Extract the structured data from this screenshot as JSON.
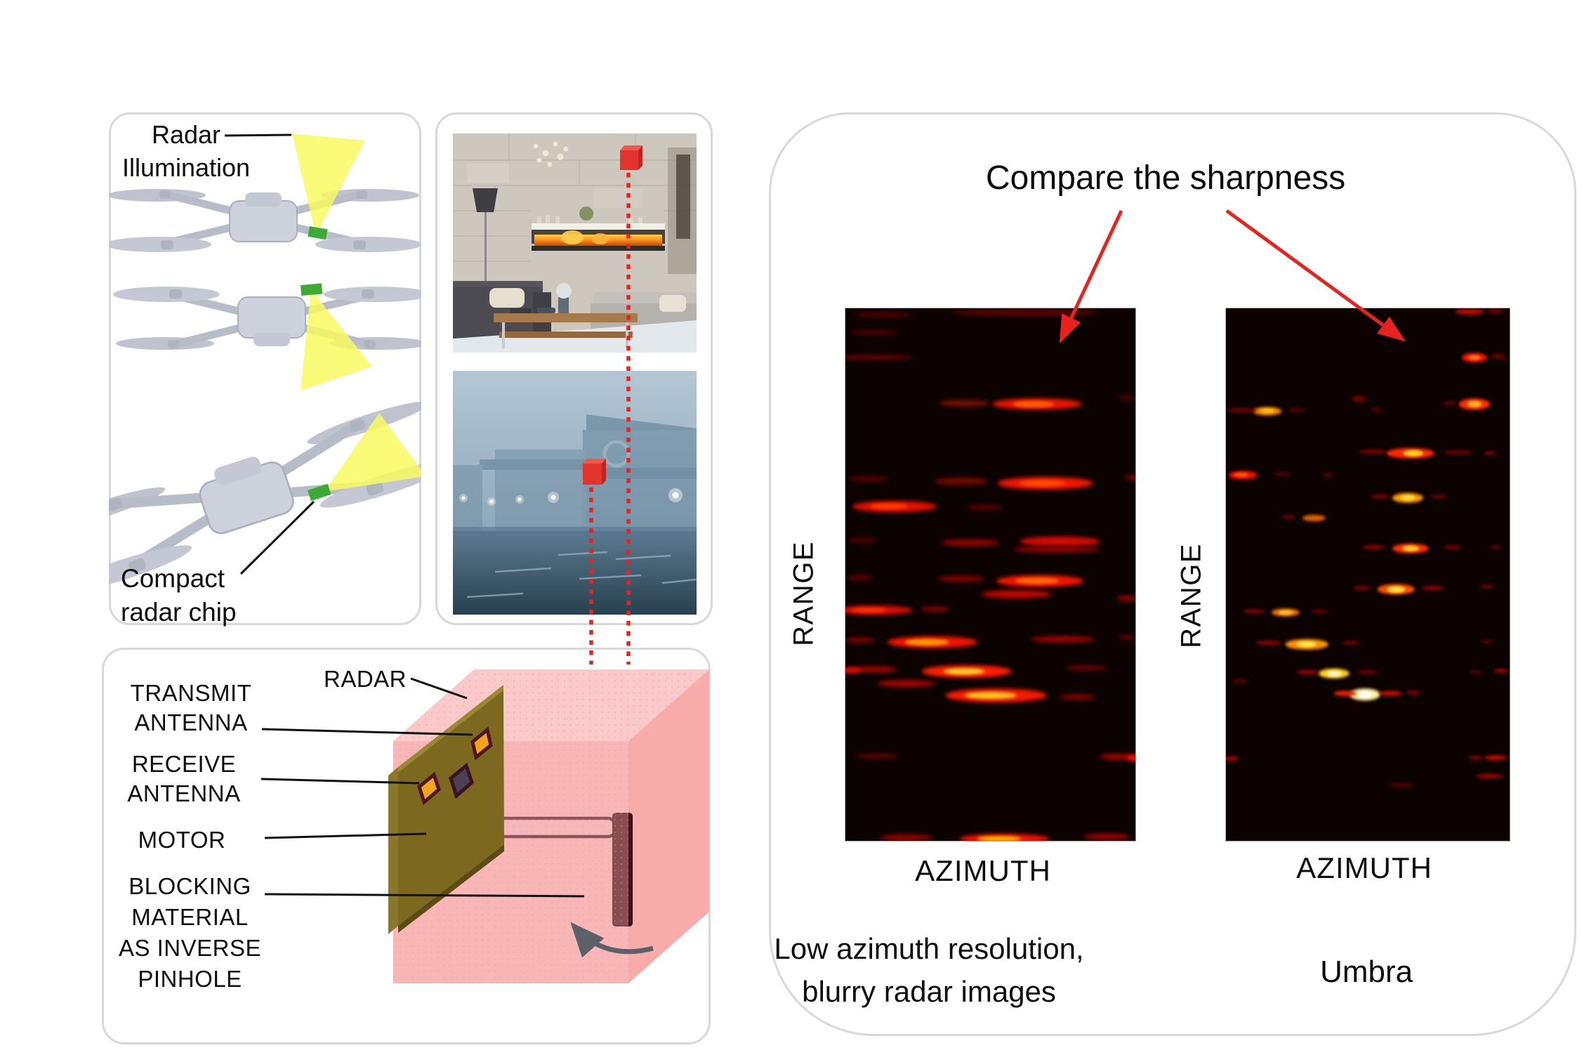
{
  "colors": {
    "accent_red": "#e8231d",
    "beam_yellow": "#f8f960",
    "chip_green": "#3daa35",
    "cube_pink_front": "#f9b6b6",
    "cube_pink_top": "#fbc9c9",
    "cube_pink_right": "#f7abab",
    "board_olive": "#7c681f",
    "antenna_orange": "#f2a51c",
    "motor_maroon": "#471014",
    "panel_border": "#d8d8d8",
    "heatmap_background": "#0d0202"
  },
  "drone_panel": {
    "radar_illumination_label": "Radar\nIllumination",
    "compact_chip_label": "Compact\nradar chip"
  },
  "device_panel": {
    "radar_label": "RADAR",
    "transmit_label": "TRANSMIT\nANTENNA",
    "receive_label": "RECEIVE\nANTENNA",
    "motor_label": "MOTOR",
    "blocking_label": "BLOCKING\nMATERIAL\nAS INVERSE\nPINHOLE"
  },
  "compare_panel": {
    "title": "Compare the sharpness",
    "left_image": {
      "range_label": "RANGE",
      "azimuth_label": "AZIMUTH",
      "caption": "Low azimuth resolution,\nblurry radar images"
    },
    "right_image": {
      "range_label": "RANGE",
      "azimuth_label": "AZIMUTH",
      "caption": "Umbra"
    }
  },
  "radar_images": {
    "left_streaks": [
      [
        0.62,
        0.008,
        0.5,
        0.013,
        "#5a0400",
        3
      ],
      [
        0.13,
        0.012,
        0.2,
        0.01,
        "#4a0300",
        3
      ],
      [
        0.1,
        0.045,
        0.16,
        0.009,
        "#4f0300",
        3
      ],
      [
        0.1,
        0.092,
        0.26,
        0.011,
        "#5c0400",
        3
      ],
      [
        0.66,
        0.18,
        0.31,
        0.021,
        "#e81400",
        3
      ],
      [
        0.65,
        0.18,
        0.14,
        0.011,
        "#ff6000",
        2
      ],
      [
        0.41,
        0.178,
        0.17,
        0.013,
        "#701000",
        3
      ],
      [
        0.97,
        0.168,
        0.06,
        0.009,
        "#4a0200",
        3
      ],
      [
        0.69,
        0.328,
        0.33,
        0.024,
        "#ef1600",
        3
      ],
      [
        0.68,
        0.328,
        0.16,
        0.012,
        "#ff4c00",
        2
      ],
      [
        0.4,
        0.325,
        0.18,
        0.014,
        "#6e0800",
        3
      ],
      [
        0.08,
        0.32,
        0.14,
        0.01,
        "#570300",
        3
      ],
      [
        0.99,
        0.318,
        0.05,
        0.011,
        "#700400",
        3
      ],
      [
        0.17,
        0.372,
        0.29,
        0.021,
        "#e01000",
        3
      ],
      [
        0.15,
        0.372,
        0.13,
        0.011,
        "#ff3c00",
        2
      ],
      [
        0.48,
        0.374,
        0.12,
        0.009,
        "#5e0300",
        3
      ],
      [
        0.74,
        0.438,
        0.28,
        0.019,
        "#cf0c00",
        3
      ],
      [
        0.73,
        0.452,
        0.3,
        0.012,
        "#8e0400",
        3
      ],
      [
        0.43,
        0.44,
        0.2,
        0.014,
        "#8e0400",
        3
      ],
      [
        0.06,
        0.436,
        0.1,
        0.009,
        "#520300",
        3
      ],
      [
        0.67,
        0.512,
        0.3,
        0.022,
        "#f51500",
        3
      ],
      [
        0.66,
        0.512,
        0.15,
        0.011,
        "#ff7400",
        2
      ],
      [
        0.4,
        0.508,
        0.16,
        0.012,
        "#7c0400",
        3
      ],
      [
        0.05,
        0.505,
        0.09,
        0.009,
        "#5c0300",
        3
      ],
      [
        0.59,
        0.537,
        0.24,
        0.016,
        "#b80800",
        3
      ],
      [
        0.97,
        0.545,
        0.07,
        0.011,
        "#8b0400",
        3
      ],
      [
        0.1,
        0.567,
        0.26,
        0.018,
        "#d80e00",
        3
      ],
      [
        0.08,
        0.567,
        0.12,
        0.01,
        "#ff3000",
        2
      ],
      [
        0.31,
        0.565,
        0.1,
        0.009,
        "#8b0400",
        3
      ],
      [
        0.3,
        0.627,
        0.31,
        0.022,
        "#f01400",
        3
      ],
      [
        0.28,
        0.627,
        0.15,
        0.011,
        "#ff9c00",
        2
      ],
      [
        0.05,
        0.623,
        0.1,
        0.011,
        "#700400",
        3
      ],
      [
        0.75,
        0.621,
        0.22,
        0.013,
        "#8e0400",
        3
      ],
      [
        0.97,
        0.618,
        0.06,
        0.009,
        "#5a0300",
        3
      ],
      [
        0.42,
        0.682,
        0.31,
        0.024,
        "#ff1e00",
        3
      ],
      [
        0.41,
        0.682,
        0.14,
        0.012,
        "#ffd22a",
        2
      ],
      [
        0.1,
        0.678,
        0.16,
        0.012,
        "#9a0400",
        3
      ],
      [
        0.83,
        0.675,
        0.14,
        0.01,
        "#6e0300",
        3
      ],
      [
        0.02,
        0.68,
        0.07,
        0.013,
        "#c80a00",
        2
      ],
      [
        0.21,
        0.705,
        0.2,
        0.013,
        "#a00600",
        3
      ],
      [
        0.52,
        0.727,
        0.35,
        0.026,
        "#f51a00",
        3
      ],
      [
        0.5,
        0.727,
        0.18,
        0.013,
        "#ffc41e",
        2
      ],
      [
        0.8,
        0.73,
        0.12,
        0.01,
        "#7e0300",
        3
      ],
      [
        0.11,
        0.84,
        0.14,
        0.009,
        "#600300",
        3
      ],
      [
        0.95,
        0.842,
        0.14,
        0.011,
        "#9c0400",
        3
      ],
      [
        0.995,
        0.844,
        0.05,
        0.012,
        "#e00c00",
        2
      ],
      [
        0.55,
        0.996,
        0.31,
        0.018,
        "#f01400",
        3
      ],
      [
        0.53,
        0.996,
        0.15,
        0.01,
        "#ffb400",
        2
      ],
      [
        0.9,
        0.992,
        0.16,
        0.011,
        "#a00400",
        3
      ],
      [
        0.21,
        0.994,
        0.18,
        0.011,
        "#900400",
        3
      ]
    ],
    "right_spots": [
      [
        0.86,
        0.006,
        0.1,
        0.011,
        "#c00800",
        2
      ],
      [
        0.95,
        0.005,
        0.06,
        0.008,
        "#700300",
        2
      ],
      [
        0.875,
        0.092,
        0.09,
        0.017,
        "#f51500",
        2
      ],
      [
        0.875,
        0.092,
        0.045,
        0.009,
        "#ff7020",
        1.5
      ],
      [
        0.96,
        0.09,
        0.05,
        0.009,
        "#6a0300",
        2
      ],
      [
        0.875,
        0.18,
        0.11,
        0.02,
        "#ff3000",
        2
      ],
      [
        0.875,
        0.18,
        0.05,
        0.011,
        "#ffb020",
        1.5
      ],
      [
        0.79,
        0.178,
        0.05,
        0.008,
        "#5e0300",
        2
      ],
      [
        0.47,
        0.17,
        0.05,
        0.012,
        "#6e0400",
        2
      ],
      [
        0.53,
        0.19,
        0.04,
        0.007,
        "#580300",
        2
      ],
      [
        0.145,
        0.193,
        0.1,
        0.015,
        "#f58a00",
        2
      ],
      [
        0.145,
        0.193,
        0.05,
        0.008,
        "#ffc020",
        1.5
      ],
      [
        0.055,
        0.191,
        0.11,
        0.008,
        "#700300",
        2
      ],
      [
        0.25,
        0.191,
        0.06,
        0.007,
        "#5e0300",
        2
      ],
      [
        0.65,
        0.272,
        0.17,
        0.019,
        "#ff2800",
        2
      ],
      [
        0.66,
        0.272,
        0.07,
        0.011,
        "#ffd020",
        1.5
      ],
      [
        0.52,
        0.269,
        0.1,
        0.008,
        "#7c0300",
        2
      ],
      [
        0.82,
        0.27,
        0.1,
        0.008,
        "#6e0300",
        2
      ],
      [
        0.93,
        0.272,
        0.04,
        0.007,
        "#8b0400",
        2
      ],
      [
        0.06,
        0.313,
        0.1,
        0.015,
        "#f01000",
        2
      ],
      [
        0.055,
        0.313,
        0.05,
        0.008,
        "#ff5800",
        1.5
      ],
      [
        0.2,
        0.311,
        0.06,
        0.007,
        "#5c0300",
        2
      ],
      [
        0.36,
        0.313,
        0.035,
        0.006,
        "#5c0300",
        2
      ],
      [
        0.64,
        0.356,
        0.11,
        0.019,
        "#ff9c00",
        2
      ],
      [
        0.64,
        0.356,
        0.05,
        0.01,
        "#ffe040",
        1.5
      ],
      [
        0.545,
        0.353,
        0.07,
        0.008,
        "#7c0300",
        2
      ],
      [
        0.75,
        0.353,
        0.06,
        0.007,
        "#6e0300",
        2
      ],
      [
        0.31,
        0.394,
        0.08,
        0.013,
        "#e06000",
        2
      ],
      [
        0.22,
        0.392,
        0.05,
        0.007,
        "#6e0300",
        2
      ],
      [
        0.65,
        0.451,
        0.13,
        0.019,
        "#ff3000",
        2
      ],
      [
        0.65,
        0.451,
        0.06,
        0.011,
        "#ffd020",
        1.5
      ],
      [
        0.52,
        0.449,
        0.08,
        0.008,
        "#8b0400",
        2
      ],
      [
        0.8,
        0.449,
        0.06,
        0.007,
        "#6e0300",
        2
      ],
      [
        0.95,
        0.449,
        0.04,
        0.006,
        "#5e0300",
        2
      ],
      [
        0.6,
        0.528,
        0.13,
        0.02,
        "#ff5000",
        2
      ],
      [
        0.6,
        0.528,
        0.06,
        0.011,
        "#ffe040",
        1.5
      ],
      [
        0.48,
        0.525,
        0.06,
        0.008,
        "#7c0300",
        2
      ],
      [
        0.73,
        0.525,
        0.08,
        0.008,
        "#8b0400",
        2
      ],
      [
        0.92,
        0.522,
        0.05,
        0.007,
        "#6e0300",
        2
      ],
      [
        0.21,
        0.571,
        0.1,
        0.015,
        "#f57000",
        2
      ],
      [
        0.21,
        0.571,
        0.05,
        0.008,
        "#ffc830",
        1.5
      ],
      [
        0.1,
        0.569,
        0.07,
        0.007,
        "#7c0300",
        2
      ],
      [
        0.33,
        0.569,
        0.05,
        0.006,
        "#6e0300",
        2
      ],
      [
        0.285,
        0.631,
        0.15,
        0.019,
        "#ff9000",
        2
      ],
      [
        0.285,
        0.631,
        0.07,
        0.01,
        "#ffe54a",
        1.5
      ],
      [
        0.15,
        0.628,
        0.09,
        0.008,
        "#8b0400",
        2
      ],
      [
        0.44,
        0.628,
        0.06,
        0.007,
        "#7c0300",
        2
      ],
      [
        0.92,
        0.626,
        0.05,
        0.006,
        "#5e0300",
        2
      ],
      [
        0.38,
        0.686,
        0.11,
        0.019,
        "#ffd020",
        2
      ],
      [
        0.38,
        0.686,
        0.05,
        0.01,
        "#fff8c0",
        1.5
      ],
      [
        0.29,
        0.683,
        0.08,
        0.008,
        "#9c0400",
        2
      ],
      [
        0.5,
        0.683,
        0.07,
        0.007,
        "#7c0300",
        2
      ],
      [
        0.97,
        0.681,
        0.05,
        0.008,
        "#9c0400",
        2
      ],
      [
        0.88,
        0.683,
        0.04,
        0.006,
        "#6e0300",
        2
      ],
      [
        0.05,
        0.7,
        0.06,
        0.007,
        "#5e0300",
        2
      ],
      [
        0.49,
        0.725,
        0.11,
        0.023,
        "#fff0a0",
        2
      ],
      [
        0.49,
        0.725,
        0.05,
        0.012,
        "#ffffff",
        1.5
      ],
      [
        0.42,
        0.723,
        0.08,
        0.01,
        "#e02000",
        2
      ],
      [
        0.58,
        0.723,
        0.08,
        0.009,
        "#c01000",
        2
      ],
      [
        0.66,
        0.721,
        0.05,
        0.007,
        "#8b0400",
        2
      ],
      [
        0.02,
        0.846,
        0.05,
        0.008,
        "#b00400",
        2
      ],
      [
        0.95,
        0.844,
        0.08,
        0.01,
        "#c00800",
        2
      ],
      [
        0.88,
        0.844,
        0.05,
        0.007,
        "#8b0400",
        2
      ],
      [
        0.93,
        0.878,
        0.1,
        0.008,
        "#a00400",
        2
      ],
      [
        0.62,
        0.896,
        0.08,
        0.007,
        "#600300",
        2
      ]
    ]
  }
}
